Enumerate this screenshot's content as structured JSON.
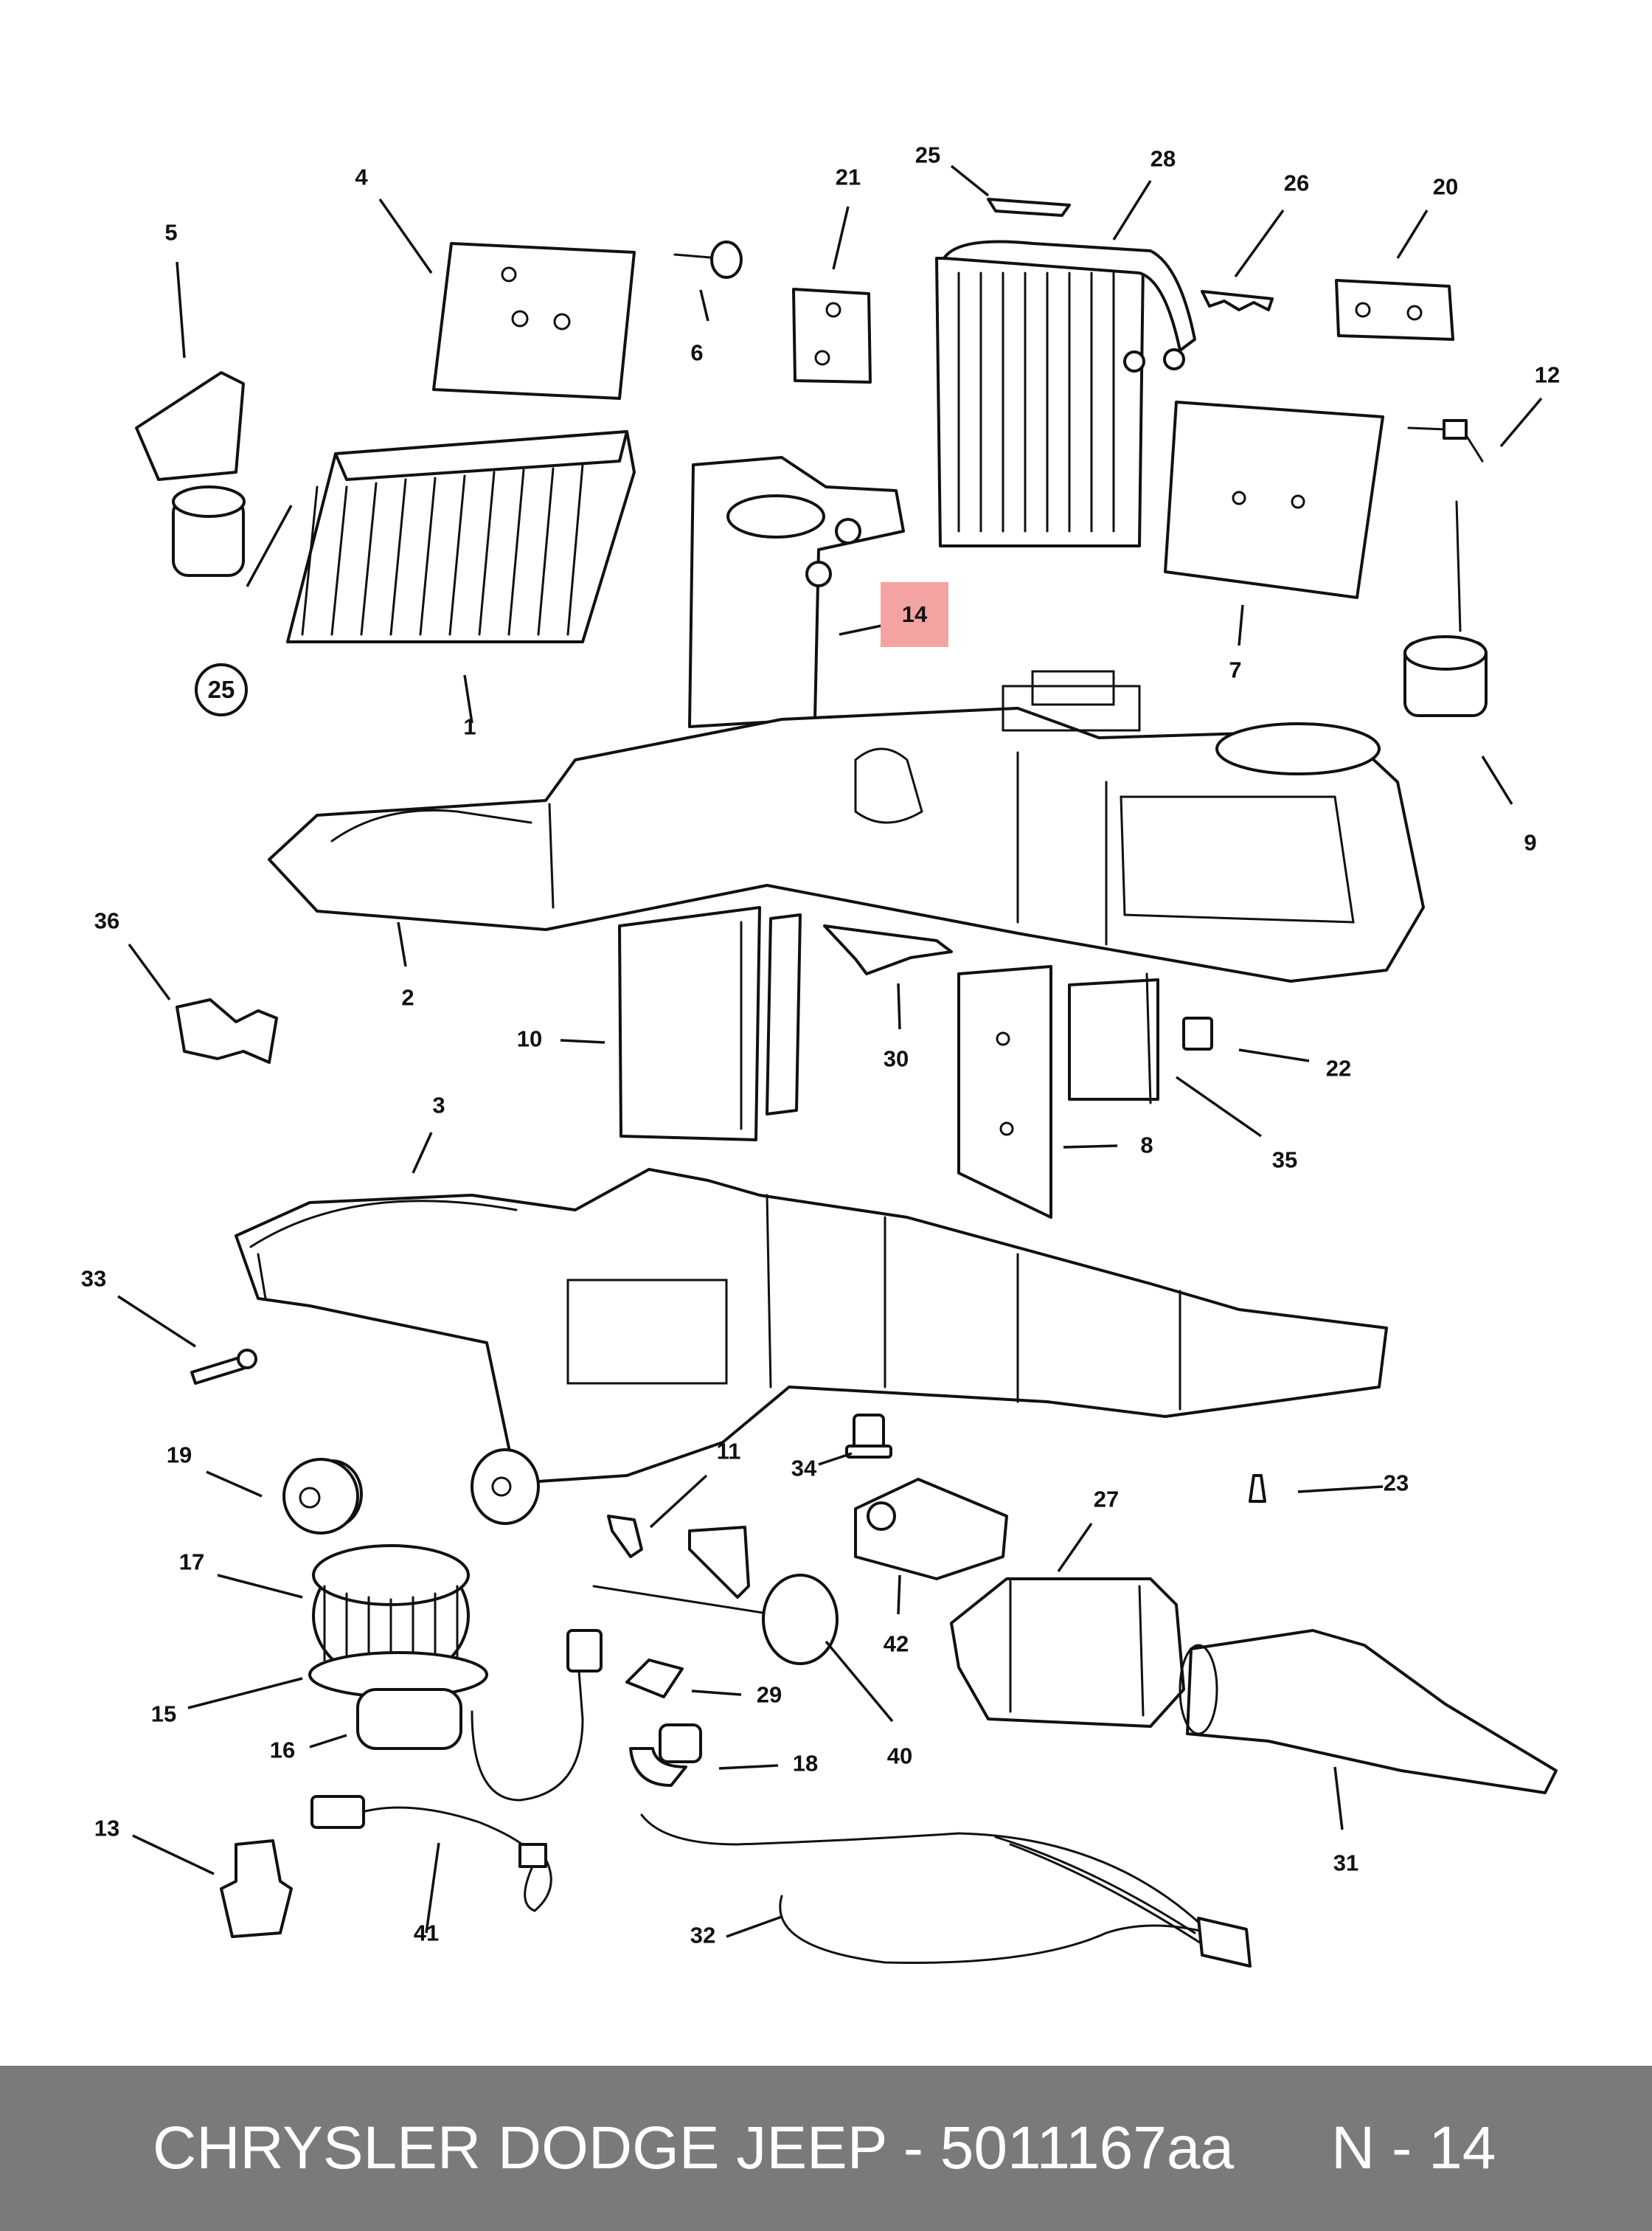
{
  "footer": {
    "caption": "CHRYSLER DODGE JEEP - 5011167aa",
    "page_ref": "N - 14"
  },
  "highlight": {
    "label": "14",
    "color": "#f4a3a3"
  },
  "callouts": [
    "1",
    "2",
    "3",
    "4",
    "5",
    "6",
    "7",
    "8",
    "9",
    "10",
    "11",
    "12",
    "13",
    "15",
    "16",
    "17",
    "18",
    "19",
    "20",
    "21",
    "22",
    "23",
    "25",
    "26",
    "27",
    "28",
    "29",
    "30",
    "31",
    "32",
    "33",
    "34",
    "35",
    "36",
    "40",
    "41",
    "42"
  ],
  "circled_callout": "25",
  "colors": {
    "line": "#111111",
    "footer_bg": "#7a7a7a",
    "footer_text": "#ffffff",
    "highlight": "#f4a3a3"
  }
}
